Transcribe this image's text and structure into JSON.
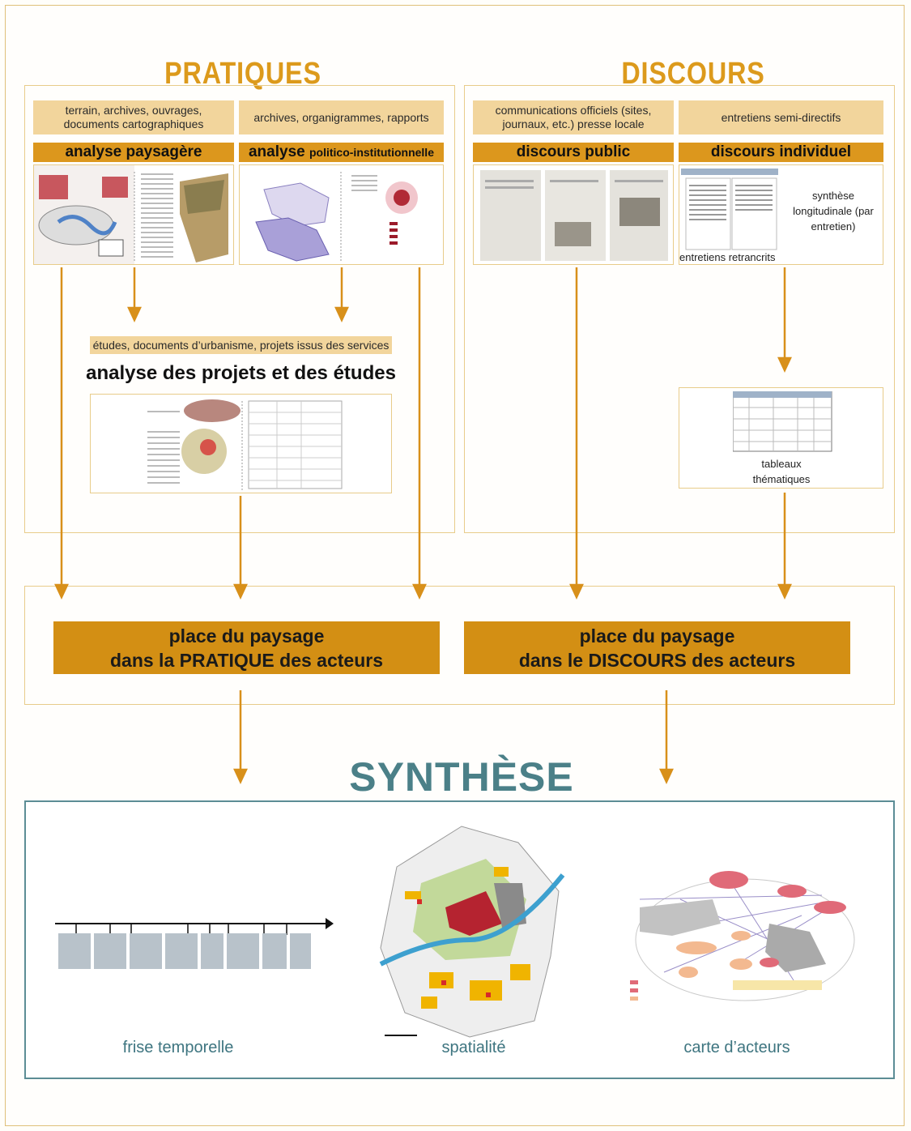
{
  "pratiques": {
    "title": "PRATIQUES",
    "col1": {
      "source": "terrain, archives, ouvrages, documents cartographiques",
      "method": "analyse paysagère"
    },
    "col2": {
      "source": "archives, organigrammes, rapports",
      "method_main": "analyse",
      "method_small": "politico-institutionnelle"
    },
    "projects": {
      "source": "études, documents d’urbanisme, projets issus des services",
      "method": "analyse des projets et des études"
    }
  },
  "discours": {
    "title": "DISCOURS",
    "col1": {
      "source": "communications officiels (sites, journaux, etc.) presse locale",
      "method": "discours public"
    },
    "col2": {
      "source": "entretiens semi-directifs",
      "method": "discours individuel",
      "synthesis_label": "synthèse longitudinale (par entretien)",
      "transcripts_label": "entretiens retrancrits"
    },
    "tables_label": "tableaux thématiques"
  },
  "results": {
    "pratique_line1": "place du paysage",
    "pratique_line2": "dans la PRATIQUE des acteurs",
    "discours_line1": "place du paysage",
    "discours_line2": "dans le DISCOURS des acteurs"
  },
  "synthese": {
    "title": "SYNTHÈSE",
    "captions": [
      "frise temporelle",
      "spatialité",
      "carte d’acteurs"
    ]
  },
  "colors": {
    "accent": "#dc971d",
    "light": "#f2d59c",
    "teal": "#4b8088",
    "arrow": "#d8901a"
  }
}
